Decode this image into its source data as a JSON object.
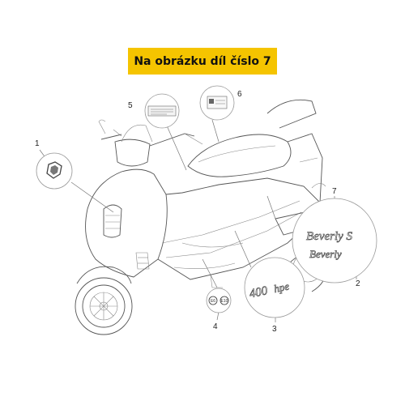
{
  "banner": {
    "text": "Na obrázku díl číslo 7",
    "color": "#f5c400"
  },
  "callouts": {
    "n1": "1",
    "n2": "2",
    "n3": "3",
    "n4": "4",
    "n5": "5",
    "n6": "6",
    "n7": "7"
  },
  "decals": {
    "beverly_s": "Beverly S",
    "beverly": "Beverly",
    "model_400": "400",
    "model_hpe": "hpe",
    "badge_e6": "E6",
    "badge_e10": "E10"
  }
}
